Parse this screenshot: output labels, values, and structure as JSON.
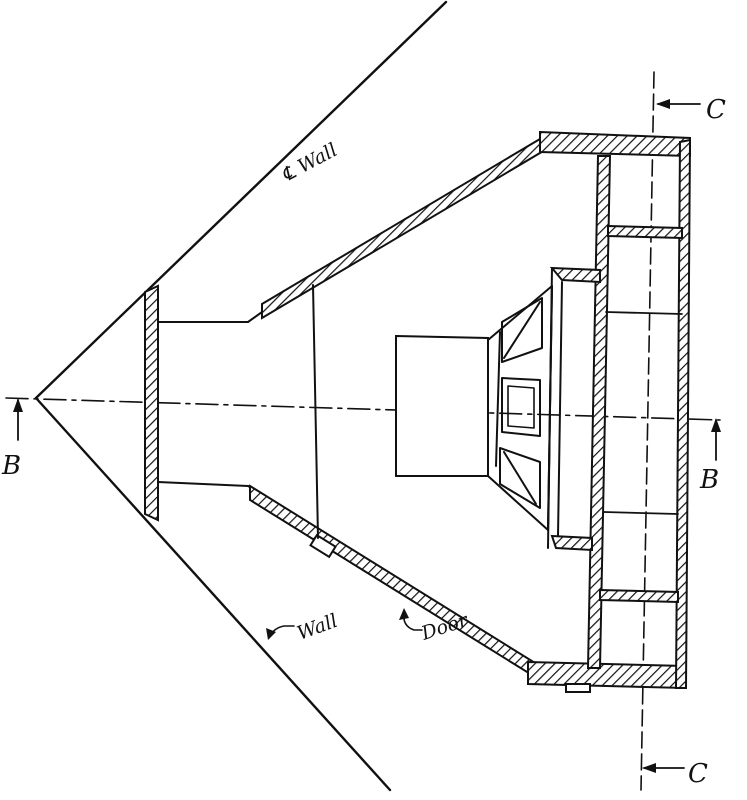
{
  "labels": {
    "wall_centerline": "℄ Wall",
    "wall": "Wall",
    "door": "Door",
    "section_b": "B",
    "section_c": "C"
  },
  "colors": {
    "ink": "#111111",
    "paper": "#ffffff"
  }
}
